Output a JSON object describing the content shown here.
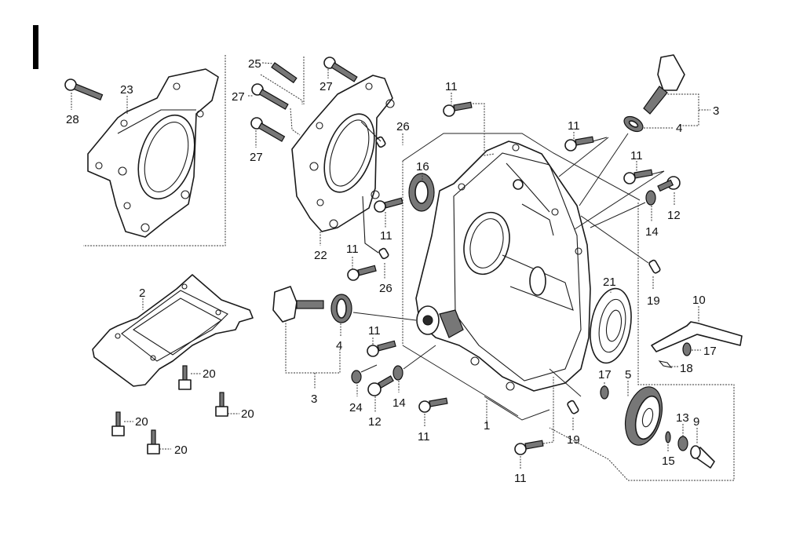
{
  "diagram": {
    "type": "exploded-parts-diagram",
    "section_marker": "I",
    "callouts": [
      {
        "id": "c28",
        "label": "28",
        "part": "bolt"
      },
      {
        "id": "c23",
        "label": "23",
        "part": "cylinder adapter plate"
      },
      {
        "id": "c25",
        "label": "25",
        "part": "stud bolt"
      },
      {
        "id": "c27a",
        "label": "27",
        "part": "flange bolt"
      },
      {
        "id": "c27b",
        "label": "27",
        "part": "flange bolt"
      },
      {
        "id": "c27c",
        "label": "27",
        "part": "flange bolt"
      },
      {
        "id": "c26a",
        "label": "26",
        "part": "dowel pin"
      },
      {
        "id": "c26b",
        "label": "26",
        "part": "dowel pin"
      },
      {
        "id": "c22",
        "label": "22",
        "part": "mounting bracket"
      },
      {
        "id": "c11a",
        "label": "11",
        "part": "flange bolt"
      },
      {
        "id": "c11b",
        "label": "11",
        "part": "flange bolt"
      },
      {
        "id": "c11c",
        "label": "11",
        "part": "flange bolt"
      },
      {
        "id": "c11d",
        "label": "11",
        "part": "flange bolt"
      },
      {
        "id": "c11e",
        "label": "11",
        "part": "flange bolt"
      },
      {
        "id": "c11f",
        "label": "11",
        "part": "flange bolt"
      },
      {
        "id": "c11g",
        "label": "11",
        "part": "flange bolt"
      },
      {
        "id": "c11h",
        "label": "11",
        "part": "flange bolt"
      },
      {
        "id": "c16",
        "label": "16",
        "part": "oil seal"
      },
      {
        "id": "c3a",
        "label": "3",
        "part": "oil filler cap assembly"
      },
      {
        "id": "c4a",
        "label": "4",
        "part": "o-ring / gasket"
      },
      {
        "id": "c12a",
        "label": "12",
        "part": "drain bolt"
      },
      {
        "id": "c14a",
        "label": "14",
        "part": "washer"
      },
      {
        "id": "c19a",
        "label": "19",
        "part": "dowel pin"
      },
      {
        "id": "c21",
        "label": "21",
        "part": "ball bearing"
      },
      {
        "id": "c10",
        "label": "10",
        "part": "governor shaft"
      },
      {
        "id": "c17a",
        "label": "17",
        "part": "washer"
      },
      {
        "id": "c18",
        "label": "18",
        "part": "clip"
      },
      {
        "id": "c17b",
        "label": "17",
        "part": "washer"
      },
      {
        "id": "c5",
        "label": "5",
        "part": "governor gear"
      },
      {
        "id": "c13",
        "label": "13",
        "part": "washer"
      },
      {
        "id": "c9",
        "label": "9",
        "part": "holder shaft"
      },
      {
        "id": "c15",
        "label": "15",
        "part": "clip"
      },
      {
        "id": "c2",
        "label": "2",
        "part": "base plate"
      },
      {
        "id": "c20a",
        "label": "20",
        "part": "bolt"
      },
      {
        "id": "c20b",
        "label": "20",
        "part": "bolt"
      },
      {
        "id": "c20c",
        "label": "20",
        "part": "bolt"
      },
      {
        "id": "c20d",
        "label": "20",
        "part": "bolt"
      },
      {
        "id": "c3b",
        "label": "3",
        "part": "oil filler cap assembly"
      },
      {
        "id": "c4b",
        "label": "4",
        "part": "o-ring / gasket"
      },
      {
        "id": "c24",
        "label": "24",
        "part": "washer"
      },
      {
        "id": "c12b",
        "label": "12",
        "part": "drain bolt"
      },
      {
        "id": "c14b",
        "label": "14",
        "part": "washer"
      },
      {
        "id": "c1",
        "label": "1",
        "part": "crankcase"
      },
      {
        "id": "c19b",
        "label": "19",
        "part": "dowel pin"
      }
    ]
  }
}
